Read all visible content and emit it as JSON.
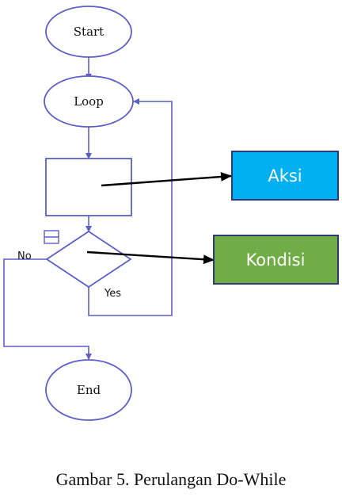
{
  "flowchart": {
    "start_label": "Start",
    "loop_label": "Loop",
    "end_label": "End",
    "no_label": "No",
    "yes_label": "Yes"
  },
  "callouts": {
    "action": {
      "label": "Aksi",
      "color": "#00b0f0"
    },
    "condition": {
      "label": "Kondisi",
      "color": "#70ad47"
    }
  },
  "caption": "Gambar 5. Perulangan Do-While"
}
